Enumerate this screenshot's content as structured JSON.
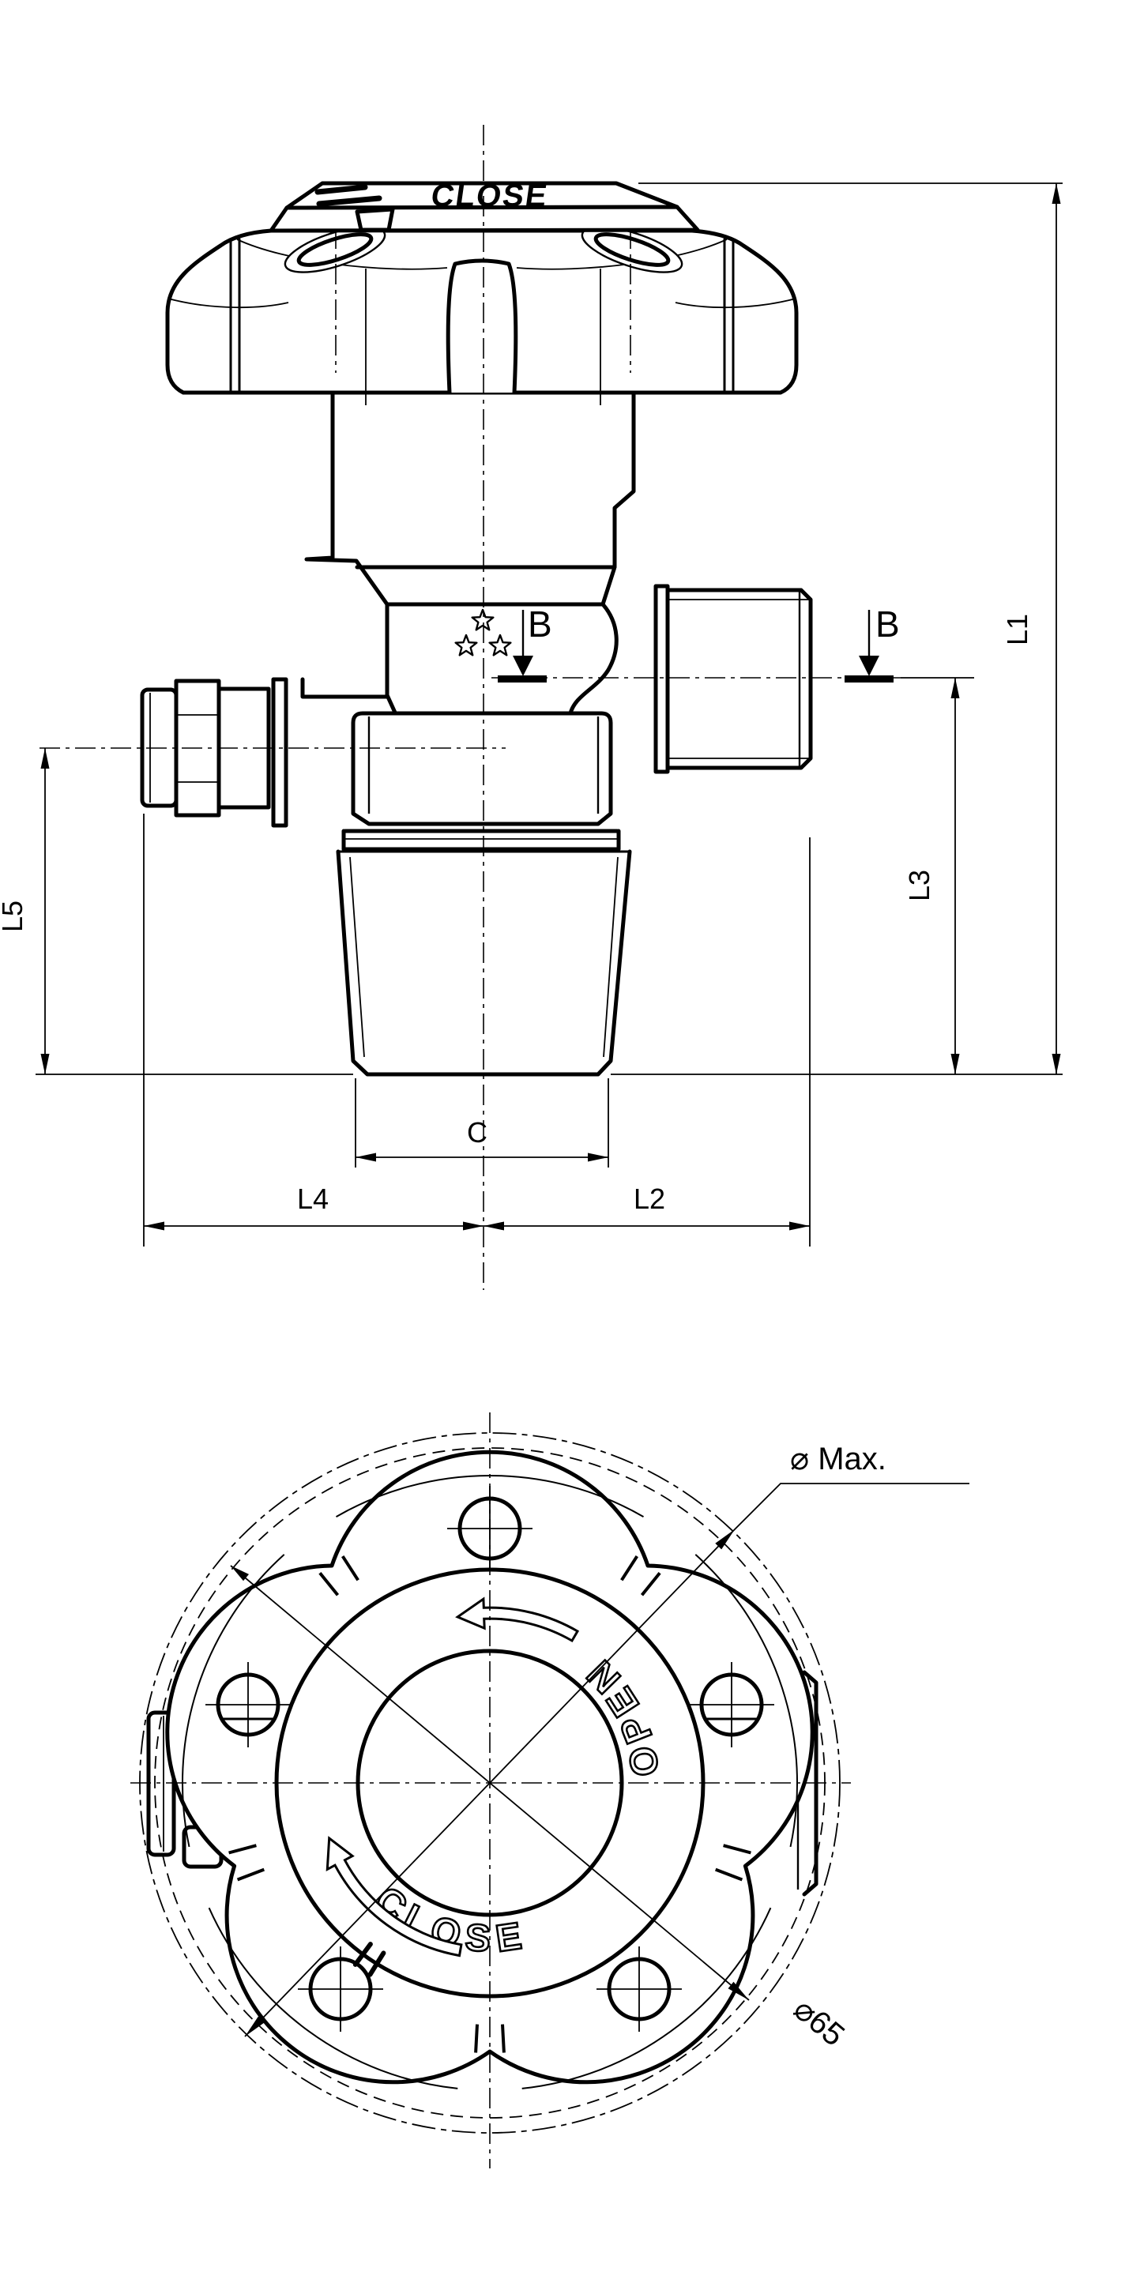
{
  "drawing": {
    "background_color": "#ffffff",
    "line_color": "#000000",
    "side_view": {
      "handwheel_top_label": "CLOSE",
      "section_marker_label": "B",
      "star_marks_count": 3,
      "dimensions": {
        "overall_height": "L1",
        "outlet_to_center": "L2",
        "right_port_height": "L3",
        "plug_to_center": "L4",
        "left_port_height": "L5",
        "inlet_thread_width": "C"
      }
    },
    "top_view": {
      "open_label": "OPEN",
      "close_label": "CLOSE",
      "max_diameter_label": "⌀ Max.",
      "handwheel_diameter_label": "⌀65"
    }
  }
}
